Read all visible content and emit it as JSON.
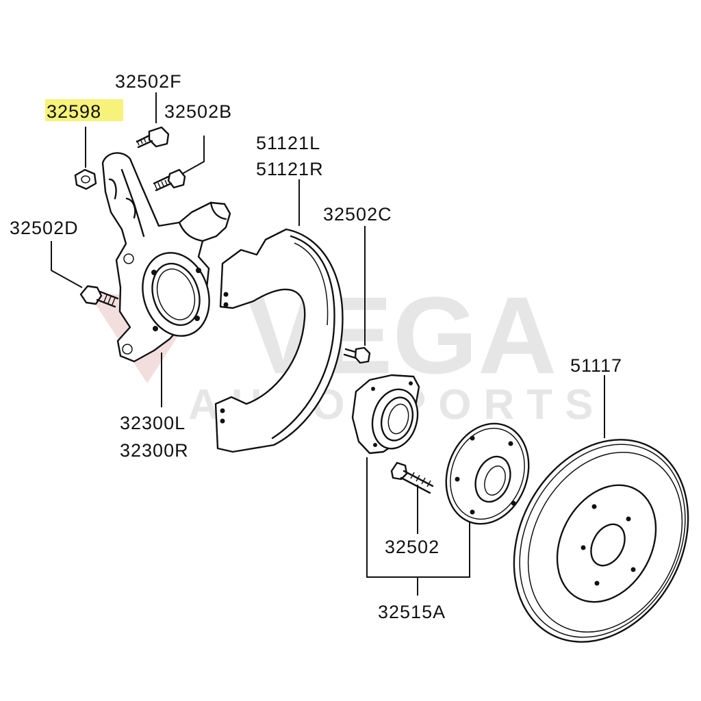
{
  "diagram": {
    "highlight_color": "#f6f27a",
    "line_color": "#111111",
    "watermark": {
      "brand": "VEGA",
      "tagline": "AUTOSPORTS",
      "mark_color": "#f3dede",
      "text_color": "#e6e6e6"
    },
    "labels": {
      "p32502F": "32502F",
      "p32598": "32598",
      "p32502B": "32502B",
      "p51121L": "51121L",
      "p51121R": "51121R",
      "p32502D": "32502D",
      "p32502C": "32502C",
      "p51117": "51117",
      "p32300L": "32300L",
      "p32300R": "32300R",
      "p32502": "32502",
      "p32515A": "32515A"
    }
  }
}
